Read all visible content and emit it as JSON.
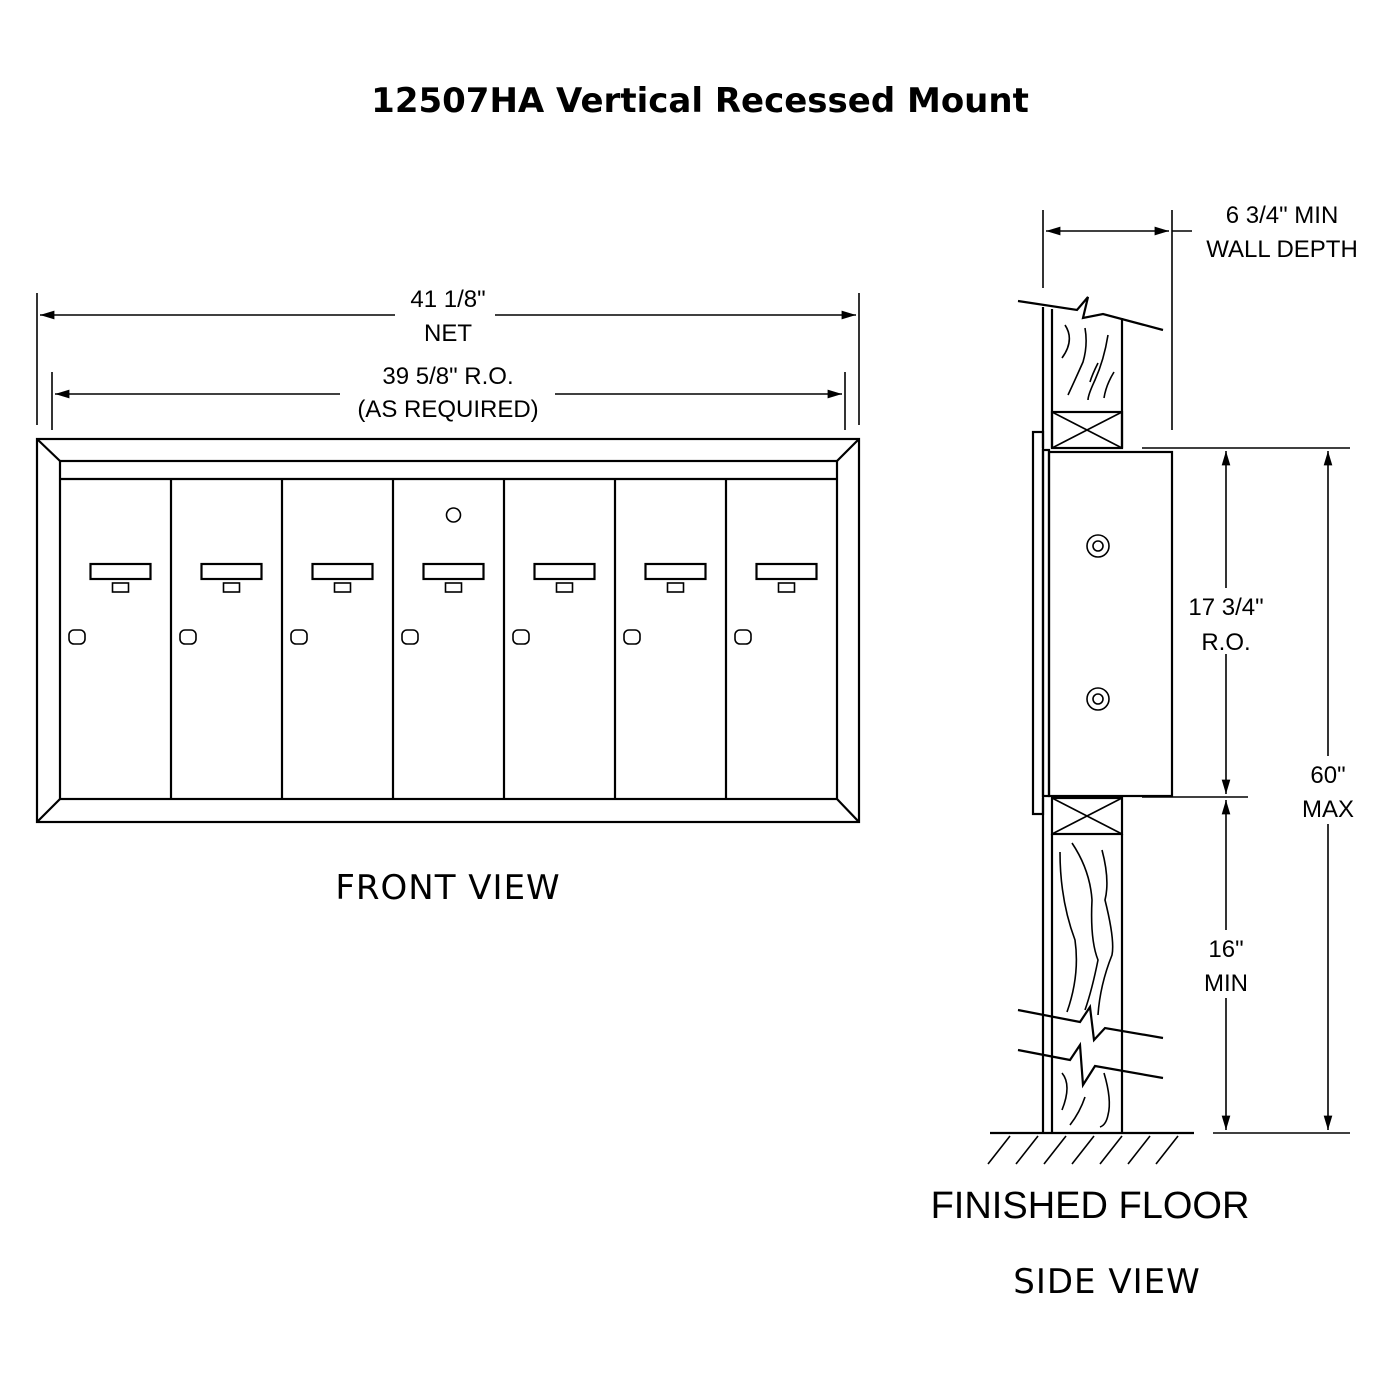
{
  "title": "12507HA Vertical Recessed Mount",
  "front_view": {
    "label": "FRONT VIEW",
    "door_count": 7,
    "net_width": {
      "value": "41 1/8\"",
      "note": "NET"
    },
    "rough_opening_width": {
      "value": "39 5/8\" R.O.",
      "note": "(AS REQUIRED)"
    }
  },
  "side_view": {
    "label": "SIDE VIEW",
    "floor_label": "FINISHED FLOOR",
    "wall_depth": {
      "value": "6 3/4\" MIN",
      "note": "WALL DEPTH"
    },
    "rough_opening_height": {
      "value": "17 3/4\"",
      "note": "R.O."
    },
    "max_height": {
      "value": "60\"",
      "note": "MAX"
    },
    "min_height": {
      "value": "16\"",
      "note": "MIN"
    }
  }
}
